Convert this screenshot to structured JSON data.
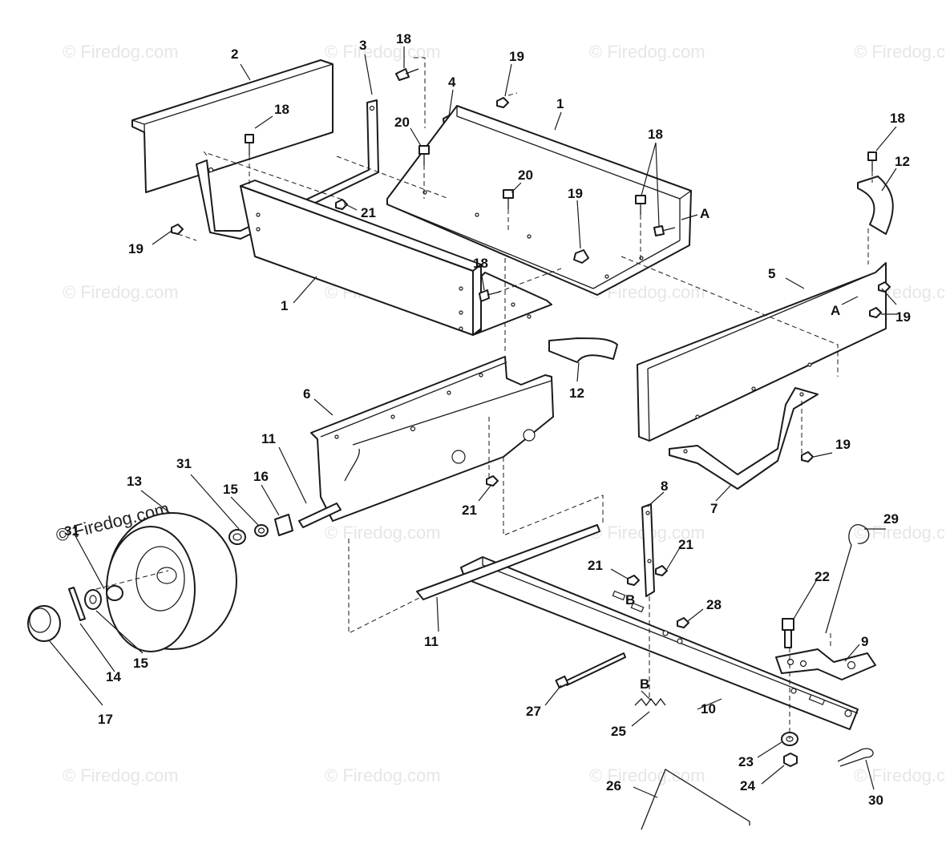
{
  "watermark": "© Firedog.com",
  "callouts": {
    "c1": "1",
    "c2": "2",
    "c3": "3",
    "c4": "4",
    "c5": "5",
    "c6": "6",
    "c7": "7",
    "c8": "8",
    "c9": "9",
    "c10": "10",
    "c11": "11",
    "c12": "12",
    "c13": "13",
    "c14": "14",
    "c15": "15",
    "c16": "16",
    "c17": "17",
    "c18": "18",
    "c19": "19",
    "c20": "20",
    "c21": "21",
    "c22": "22",
    "c23": "23",
    "c24": "24",
    "c25": "25",
    "c26": "26",
    "c27": "27",
    "c28": "28",
    "c29": "29",
    "c30": "30",
    "c31": "31",
    "cA": "A",
    "cB": "B"
  }
}
